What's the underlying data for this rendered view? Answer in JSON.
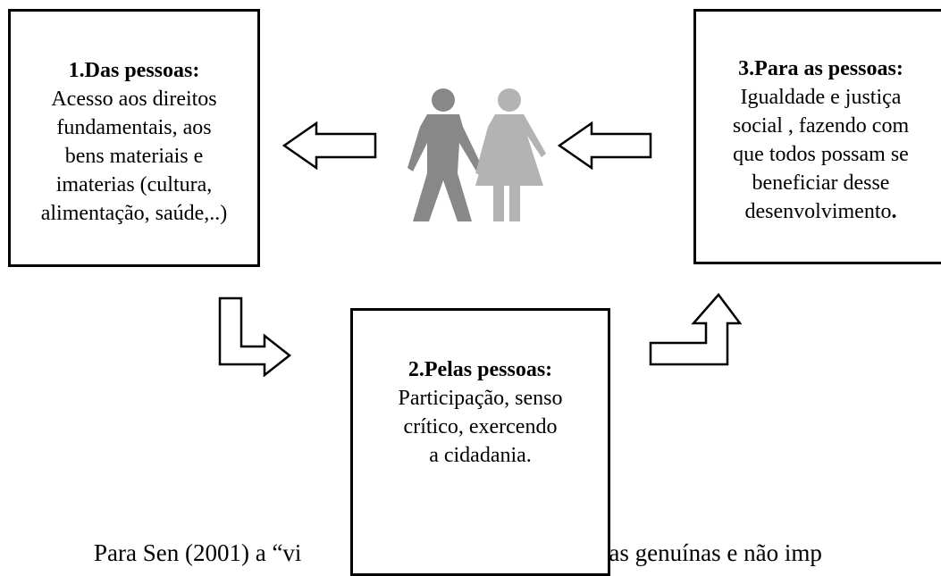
{
  "boxes": {
    "das": {
      "title": "1.Das pessoas:",
      "lines": [
        "Acesso aos direitos",
        "fundamentais, aos",
        "bens materiais e",
        "imaterias (cultura,",
        "alimentação, saúde,..)"
      ]
    },
    "pelas": {
      "title": "2.Pelas pessoas:",
      "lines": [
        "Participação, senso",
        "crítico, exercendo",
        "a cidadania."
      ]
    },
    "para": {
      "title": "3.Para as pessoas:",
      "lines": [
        "Igualdade e justiça",
        "social , fazendo com",
        "que todos possam se",
        "beneficiar desse",
        "desenvolvimento"
      ],
      "final_mark": "."
    }
  },
  "footer": {
    "left": "Para Sen (2001) a “vi",
    "right": "escolhas genuínas e não imp"
  },
  "colors": {
    "figure_man": "#888888",
    "figure_woman": "#b3b3b3"
  },
  "icons": {
    "people": "man-and-woman-holding-hands-icon"
  }
}
